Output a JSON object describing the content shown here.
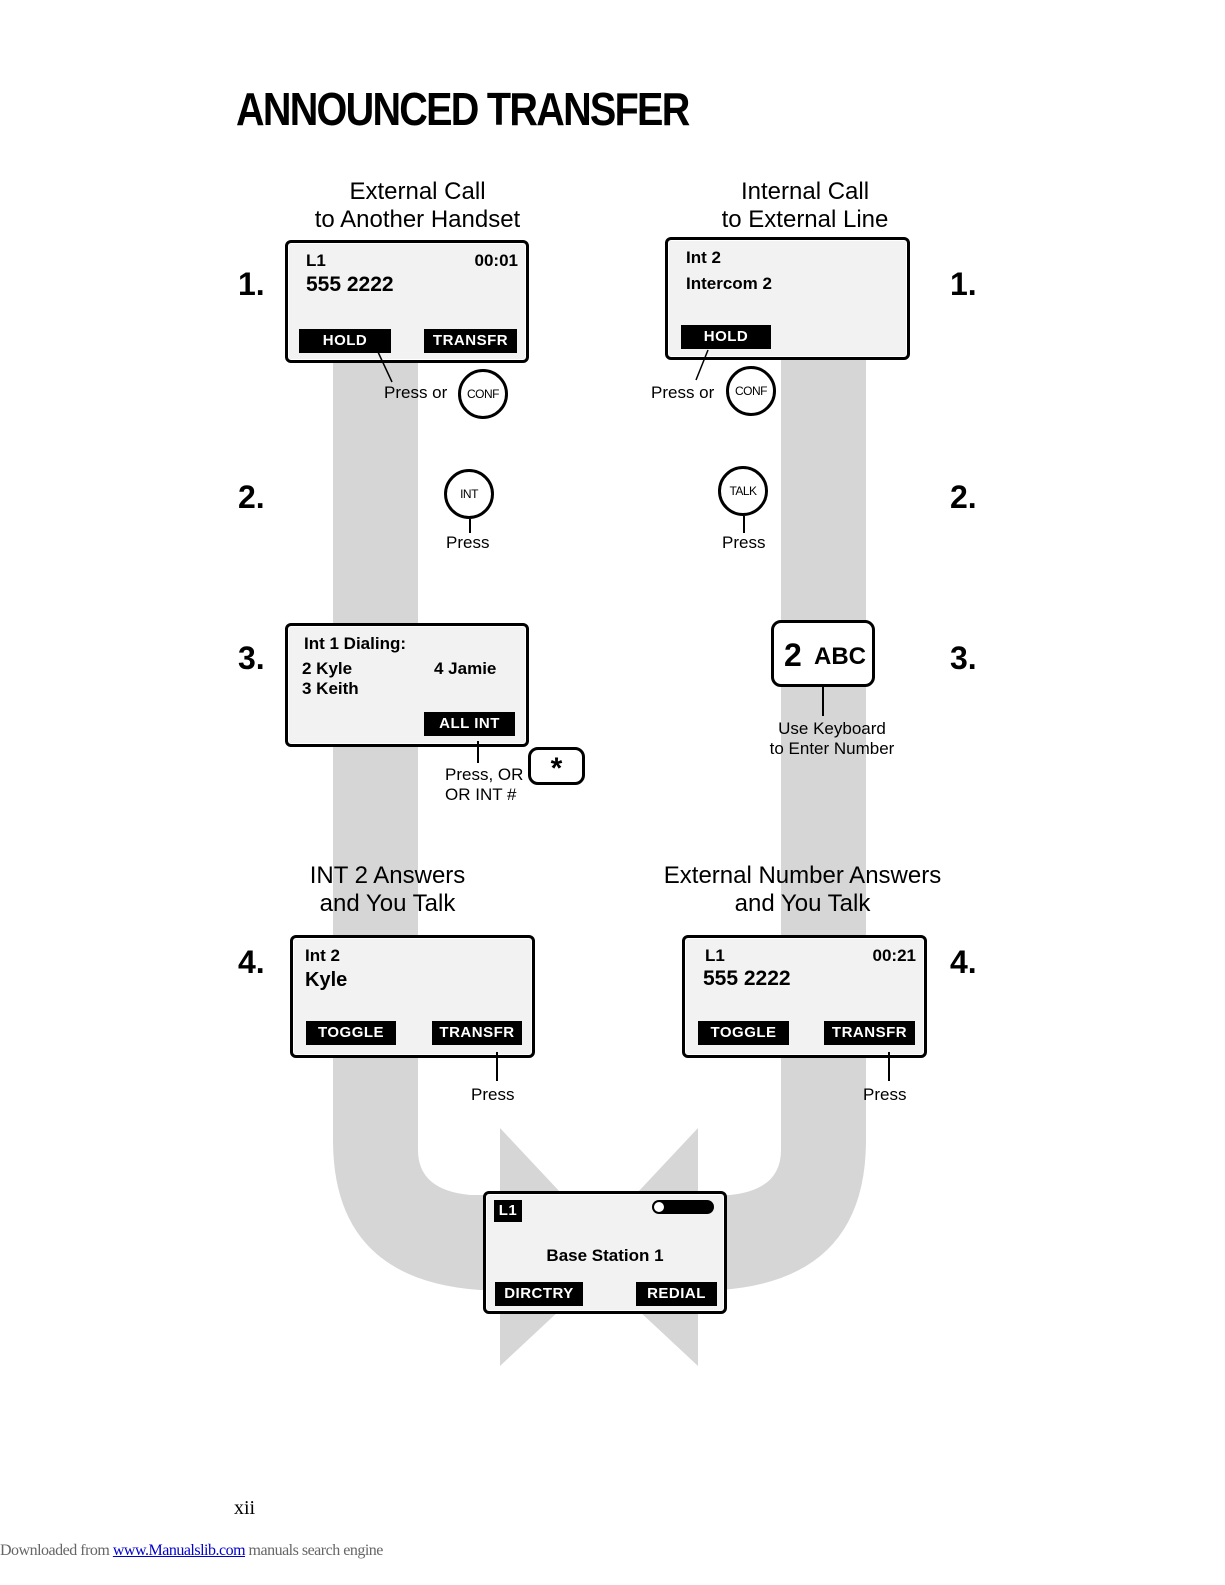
{
  "title": "ANNOUNCED TRANSFER",
  "columns": {
    "left": "External Call\nto Another Handset",
    "right": "Internal Call\nto External Line"
  },
  "steps": {
    "s1": "1.",
    "s2": "2.",
    "s3": "3.",
    "s4": "4."
  },
  "left": {
    "screen1": {
      "line": "L1",
      "time": "00:01",
      "number": "555 2222",
      "soft_left": "HOLD",
      "soft_right": "TRANSFR"
    },
    "press_or": "Press or",
    "conf_key": "CONF",
    "int_key": "INT",
    "press": "Press",
    "screen3": {
      "header": "Int 1 Dialing:",
      "item2": "2  Kyle",
      "item3": "3  Keith",
      "item4": "4  Jamie",
      "soft": "ALL INT"
    },
    "press_or_int": "Press, OR\nOR INT #",
    "star_key": "*",
    "answer_heading": "INT 2 Answers\nand You Talk",
    "screen4": {
      "line": "Int 2",
      "name": "Kyle",
      "soft_left": "TOGGLE",
      "soft_right": "TRANSFR"
    },
    "press4": "Press"
  },
  "right": {
    "screen1": {
      "line": "Int  2",
      "name": "Intercom  2",
      "soft_left": "HOLD"
    },
    "press_or": "Press or",
    "conf_key": "CONF",
    "talk_key": "TALK",
    "press": "Press",
    "digit_key": "2",
    "digit_letters": "ABC",
    "keyboard_label": "Use Keyboard\nto Enter Number",
    "answer_heading": "External Number Answers\nand You Talk",
    "screen4": {
      "line": "L1",
      "time": "00:21",
      "number": "555 2222",
      "soft_left": "TOGGLE",
      "soft_right": "TRANSFR"
    },
    "press4": "Press"
  },
  "base": {
    "line": "L1",
    "name": "Base Station 1",
    "soft_left": "DIRCTRY",
    "soft_right": "REDIAL"
  },
  "page_number": "xii",
  "footer": {
    "prefix": "Downloaded from ",
    "link": "www.Manualslib.com",
    "suffix": "  manuals search engine"
  },
  "colors": {
    "flow_band": "#d6d6d6",
    "lcd_bg": "#f2f2f2",
    "softkey_bg": "#000000"
  }
}
